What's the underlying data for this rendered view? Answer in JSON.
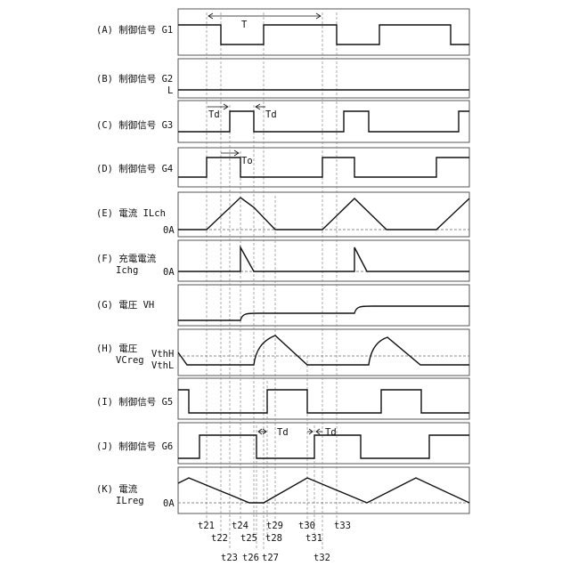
{
  "panels": [
    {
      "id": "A",
      "label": "(A) 制御信号 G1"
    },
    {
      "id": "B",
      "label": "(B) 制御信号 G2",
      "sublabel": "L"
    },
    {
      "id": "C",
      "label": "(C) 制御信号 G3"
    },
    {
      "id": "D",
      "label": "(D) 制御信号 G4"
    },
    {
      "id": "E",
      "label": "(E) 電流 ILch",
      "ref_labels": [
        "0A"
      ]
    },
    {
      "id": "F",
      "label": "(F) 充電電流",
      "label2": "Ichg",
      "ref_labels": [
        "0A"
      ]
    },
    {
      "id": "G",
      "label": "(G) 電圧 VH"
    },
    {
      "id": "H",
      "label": "(H) 電圧",
      "label2": "VCreg",
      "ref_labels": [
        "VthH",
        "VthL"
      ]
    },
    {
      "id": "I",
      "label": "(I) 制御信号 G5"
    },
    {
      "id": "J",
      "label": "(J) 制御信号 G6"
    },
    {
      "id": "K",
      "label": "(K) 電流",
      "label2": "ILreg",
      "ref_labels": [
        "0A"
      ]
    }
  ],
  "annotations": {
    "period": "T",
    "td_g3_left": "Td",
    "td_g3_right": "Td",
    "to_g4": "To",
    "td_g6_left": "Td",
    "td_g6_right": "Td"
  },
  "time_markers": [
    "t21",
    "t22",
    "t23",
    "t24",
    "t25",
    "t26",
    "t27",
    "t28",
    "t29",
    "t30",
    "t31",
    "t32",
    "t33"
  ]
}
